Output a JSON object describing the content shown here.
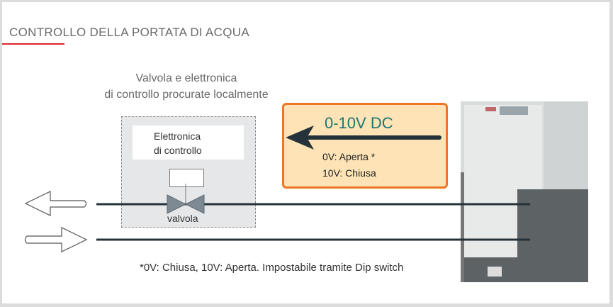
{
  "title": "CONTROLLO DELLA PORTATA DI ACQUA",
  "caption": [
    "Valvola e elettronica",
    "di controllo procurate localmente"
  ],
  "electronics": [
    "Elettronica",
    "di controllo"
  ],
  "valve_label": "valvola",
  "signal": {
    "title": "0-10V DC",
    "line1": "0V: Aperta *",
    "line2": "10V: Chiusa"
  },
  "note": "*0V: Chiusa, 10V: Aperta. Impostabile tramite Dip switch",
  "colors": {
    "accent": "#e0242f",
    "signal_border": "#ee7622",
    "signal_fill": "#fde3b5",
    "signal_text": "#1e7674",
    "pipe": "#24323a"
  }
}
